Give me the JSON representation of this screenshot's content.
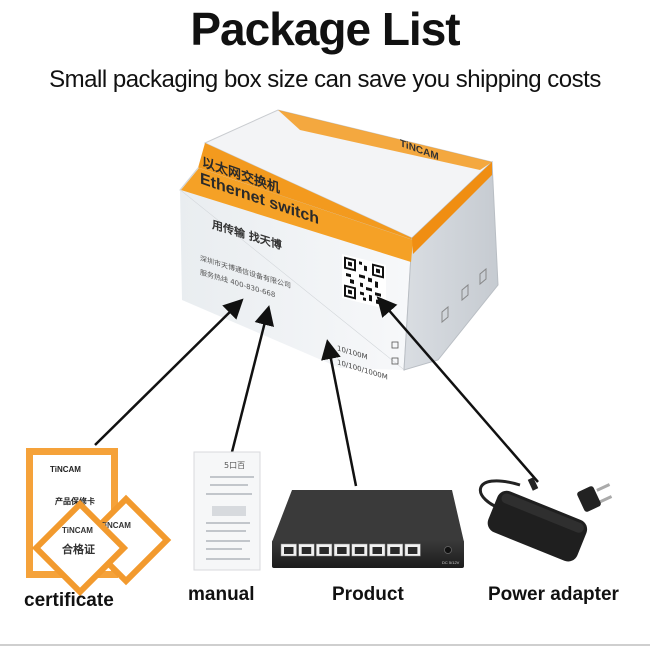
{
  "header": {
    "title": "Package List",
    "subtitle": "Small packaging box size can save you shipping costs"
  },
  "box": {
    "brand": "TiNCAM",
    "cn_title": "以太网交换机",
    "en_title": "Ethernet switch",
    "slogan": "用传输 找天博",
    "company": "深圳市天博通信设备有限公司",
    "hotline": "服务热线 400-830-668",
    "option_1": "10/100M",
    "option_2": "10/100/1000M"
  },
  "items": [
    {
      "label": "certificate",
      "card_brand": "TiNCAM",
      "card_title": "产品保修卡",
      "badge_text": "合格证"
    },
    {
      "label": "manual",
      "header_text": "5口百"
    },
    {
      "label": "Product",
      "port_count": 8,
      "power_label": "DC 5/12V"
    },
    {
      "label": "Power adapter"
    }
  ],
  "colors": {
    "box_orange": "#f39a1e",
    "box_white": "#f4f6f8",
    "switch_body": "#2b2b2b",
    "text": "#111111"
  }
}
